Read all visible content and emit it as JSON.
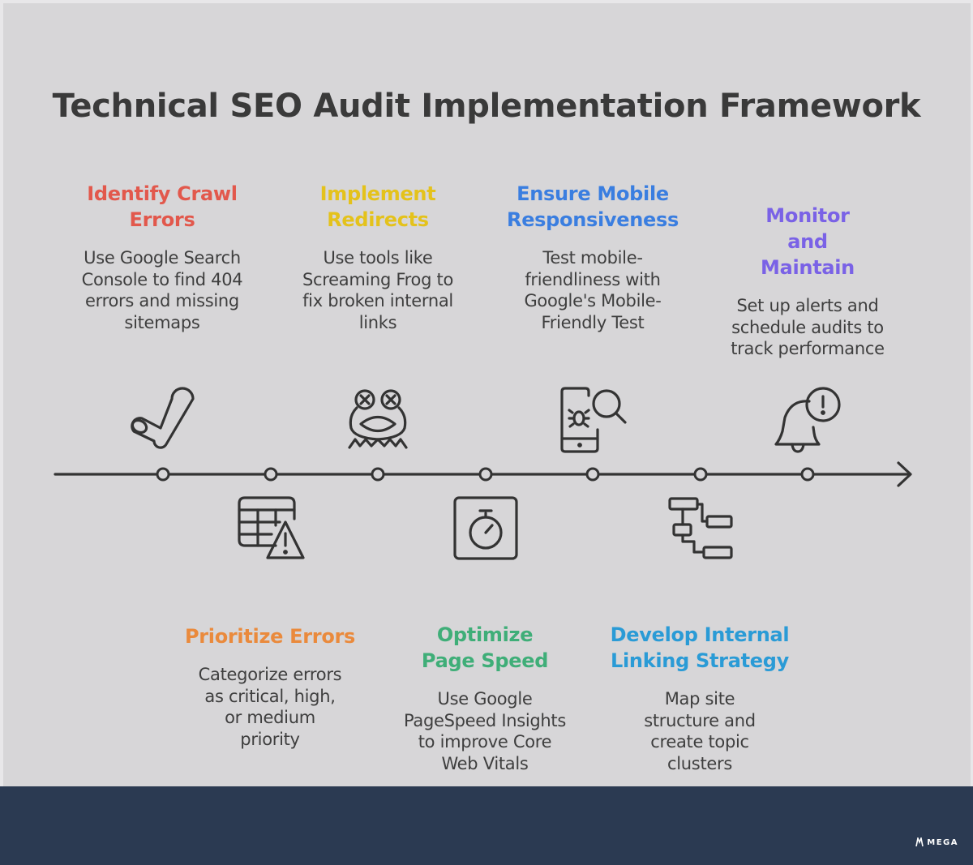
{
  "title": "Technical SEO Audit Implementation Framework",
  "steps": [
    {
      "title": "Identify Crawl Errors",
      "description": "Use Google Search Console to find 404 errors and missing sitemaps",
      "color": "#e2584c",
      "icon": "crawl-probe-icon"
    },
    {
      "title": "Prioritize Errors",
      "description": "Categorize errors as critical, high, or medium priority",
      "color": "#ea8a3c",
      "icon": "table-warning-icon"
    },
    {
      "title": "Implement Redirects",
      "description": "Use tools like Screaming Frog to fix broken internal links",
      "color": "#e4c21b",
      "icon": "frog-icon"
    },
    {
      "title": "Optimize Page Speed",
      "description": "Use Google PageSpeed Insights to improve Core Web Vitals",
      "color": "#3fae78",
      "icon": "stopwatch-icon"
    },
    {
      "title": "Ensure Mobile Responsiveness",
      "description": "Test mobile-friendliness with Google's Mobile-Friendly Test",
      "color": "#3a7ee0",
      "icon": "mobile-bug-search-icon"
    },
    {
      "title": "Develop Internal Linking Strategy",
      "description": "Map site structure and create topic clusters",
      "color": "#2a9bd6",
      "icon": "site-structure-icon"
    },
    {
      "title": "Monitor and Maintain",
      "description": "Set up alerts and schedule audits to track performance",
      "color": "#7a62e6",
      "icon": "bell-alert-icon"
    }
  ],
  "brand": {
    "name": "MEGA"
  }
}
